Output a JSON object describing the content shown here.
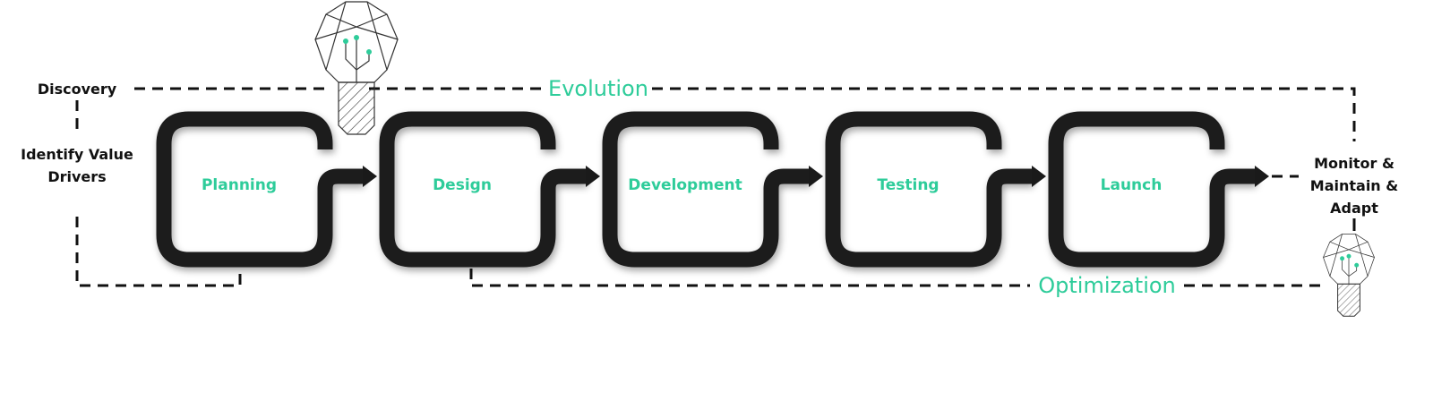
{
  "colors": {
    "accent": "#2ecc9a",
    "frame": "#1a1a1a",
    "text": "#111111"
  },
  "left_labels": {
    "discovery": "Discovery",
    "identify_line1": "Identify Value",
    "identify_line2": "Drivers"
  },
  "right_label": {
    "line1": "Monitor &",
    "line2": "Maintain &",
    "line3": "Adapt"
  },
  "loops": {
    "top": "Evolution",
    "bottom": "Optimization"
  },
  "stages": [
    {
      "label": "Planning"
    },
    {
      "label": "Design"
    },
    {
      "label": "Development"
    },
    {
      "label": "Testing"
    },
    {
      "label": "Launch"
    }
  ],
  "icons": {
    "top": "lightbulb-icon",
    "bottom": "lightbulb-icon"
  }
}
